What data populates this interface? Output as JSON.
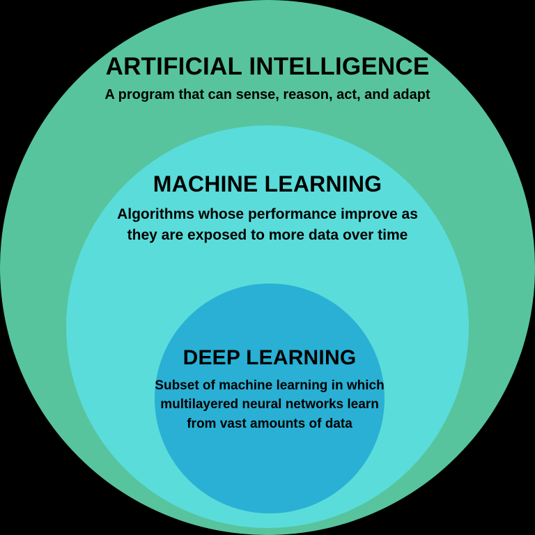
{
  "diagram": {
    "type": "nested-circles-venn",
    "title": "Artificial Intelligence / Machine Learning / Deep Learning hierarchy",
    "background_color": "#000000",
    "layers": [
      {
        "id": "ai",
        "heading": "ARTIFICIAL INTELLIGENCE",
        "description": "A program that can sense, reason, act, and adapt",
        "color": "#57c49d",
        "text_color": "#000000"
      },
      {
        "id": "ml",
        "heading": "MACHINE LEARNING",
        "description": "Algorithms whose performance improve as they are exposed to more data over time",
        "color": "#5adcda",
        "text_color": "#000000"
      },
      {
        "id": "dl",
        "heading": "DEEP LEARNING",
        "description": "Subset of machine learning in which multilayered neural networks learn from vast amounts of data",
        "color": "#29b0d4",
        "text_color": "#000000"
      }
    ]
  }
}
